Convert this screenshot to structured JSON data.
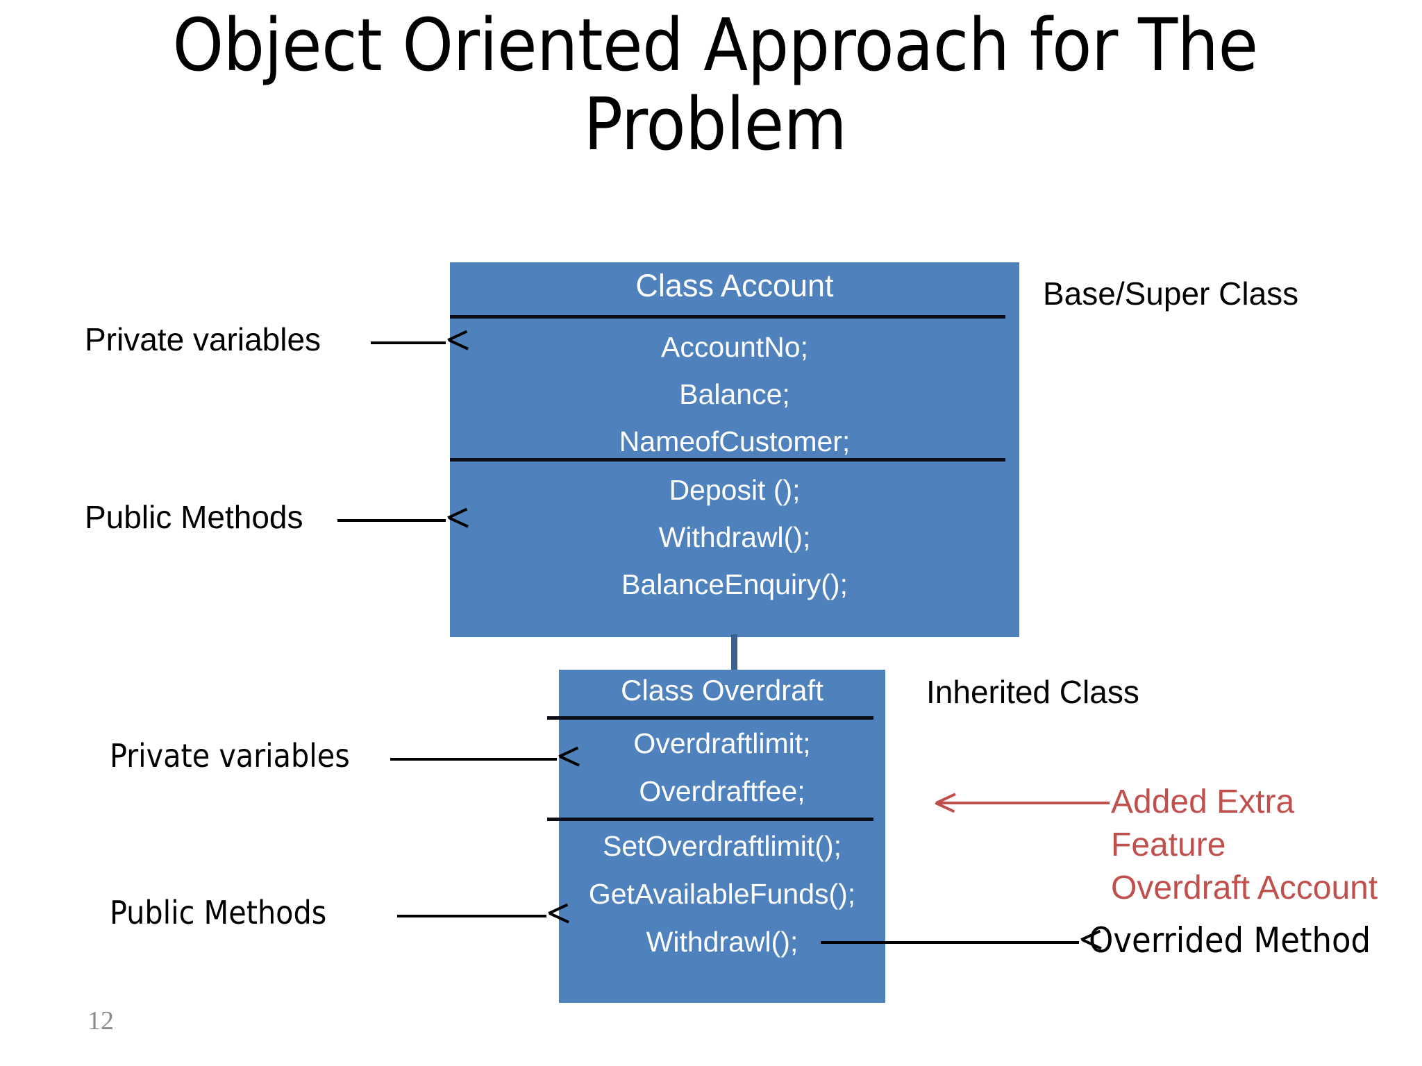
{
  "slide": {
    "title": "Object Oriented Approach for The Problem",
    "page_number": "12",
    "colors": {
      "box_fill": "#4F81BD",
      "box_text": "#FFFFFF",
      "separator": "#0D0D17",
      "annotation_red": "#C0504D",
      "connector": "#38618F",
      "page_number": "#8A8A8A",
      "background": "#FFFFFF"
    }
  },
  "base_class": {
    "title": "Class Account",
    "role_label": "Base/Super Class",
    "attributes_label": "Private variables",
    "methods_label": "Public Methods",
    "attributes": [
      "AccountNo;",
      "Balance;",
      "NameofCustomer;"
    ],
    "methods": [
      "Deposit ();",
      "Withdrawl();",
      "BalanceEnquiry();"
    ]
  },
  "derived_class": {
    "title": "Class Overdraft",
    "role_label": "Inherited Class",
    "attributes_label": "Private variables",
    "methods_label": "Public Methods",
    "attributes": [
      "Overdraftlimit;",
      "Overdraftfee;"
    ],
    "methods": [
      "SetOverdraftlimit();",
      "GetAvailableFunds();",
      "Withdrawl();"
    ],
    "annotation_red_line1": "Added Extra Feature",
    "annotation_red_line2": "Overdraft Account",
    "overridden_method_label": "Overrided Method"
  }
}
